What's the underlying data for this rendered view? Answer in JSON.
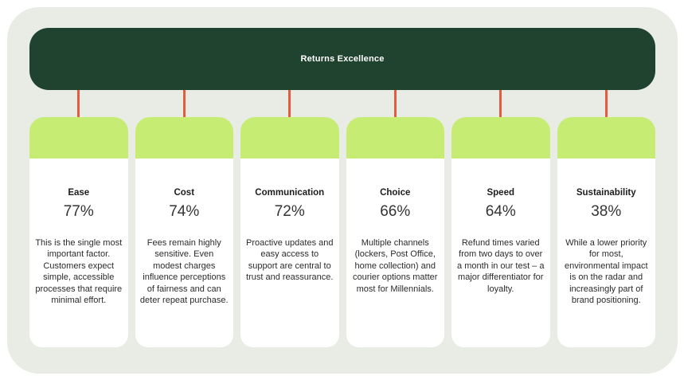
{
  "header": {
    "title": "Returns Excellence"
  },
  "cards": [
    {
      "title": "Ease",
      "value": "77%",
      "description": "This is the single most important factor. Customers expect simple, accessible processes that require minimal effort."
    },
    {
      "title": "Cost",
      "value": "74%",
      "description": "Fees remain highly sensitive. Even modest charges influence perceptions of fairness and can deter repeat purchase."
    },
    {
      "title": "Communication",
      "value": "72%",
      "description": "Proactive updates and easy access to support are central to trust and reassurance."
    },
    {
      "title": "Choice",
      "value": "66%",
      "description": "Multiple channels (lockers, Post Office, home collection) and courier options matter most for Millennials."
    },
    {
      "title": "Speed",
      "value": "64%",
      "description": "Refund times varied from two days to over a month in our test – a major differentiator for loyalty."
    },
    {
      "title": "Sustainability",
      "value": "38%",
      "description": "While a lower priority for most, environmental impact is on the radar and increasingly part of brand positioning."
    }
  ],
  "colors": {
    "container-bg": "#e9ece5",
    "header-bg": "#20432f",
    "header-text": "#ffffff",
    "connector": "#e65b3d",
    "card-accent": "#c7ec74",
    "card-bg": "#ffffff"
  }
}
